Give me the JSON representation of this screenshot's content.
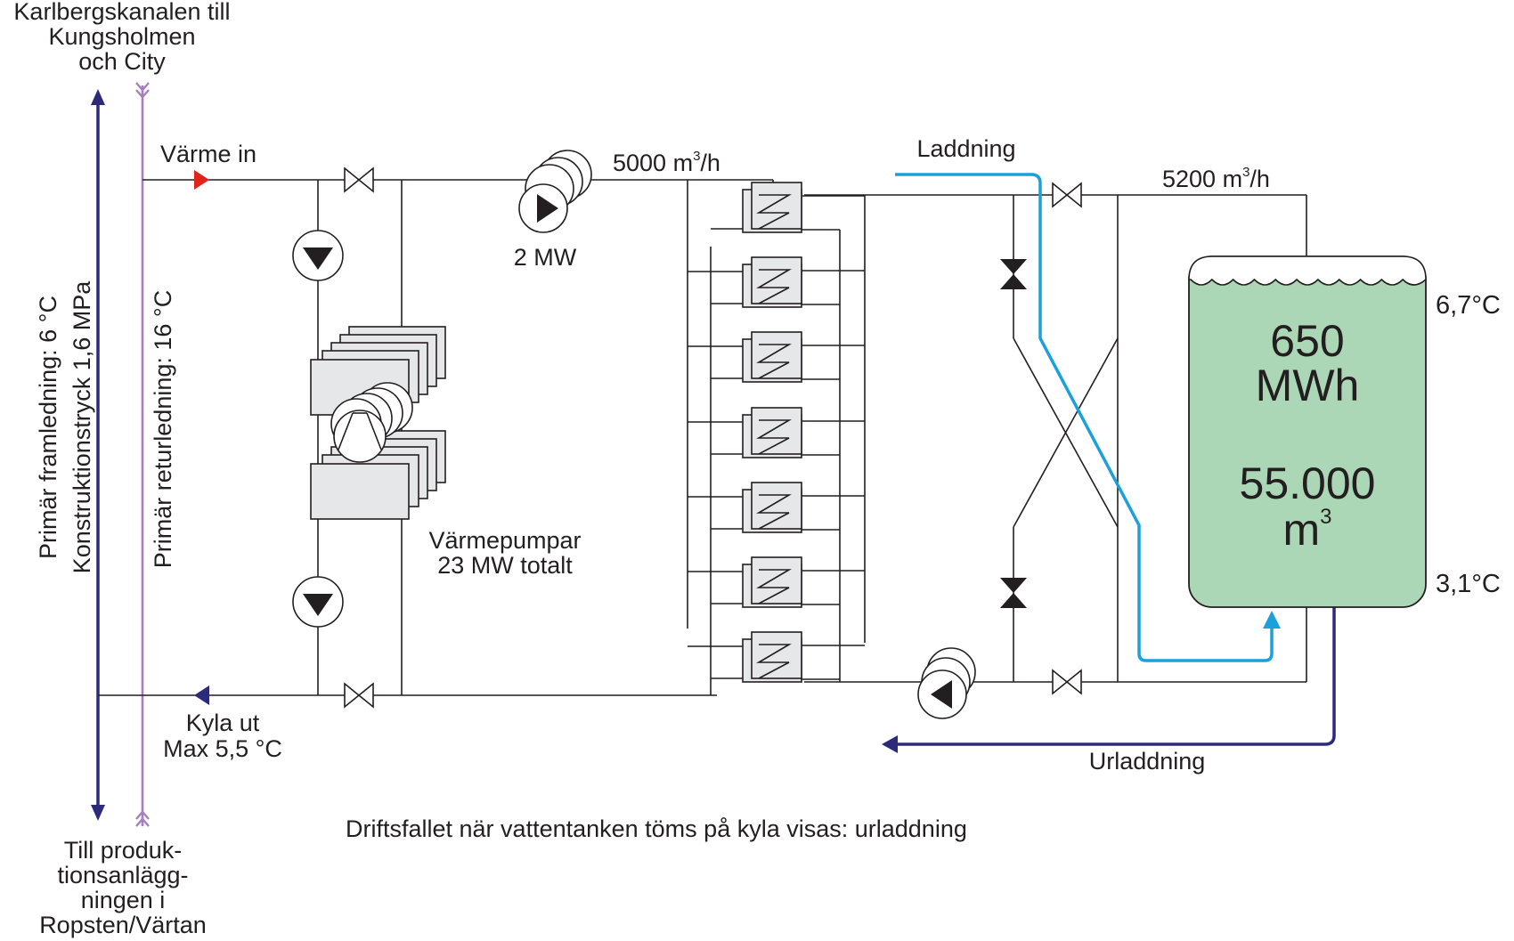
{
  "top_source": {
    "line1": "Karlbergskanalen till",
    "line2": "Kungsholmen",
    "line3": "och City"
  },
  "bottom_dest": {
    "line1": "Till produk-",
    "line2": "tionsanlägg-",
    "line3": "ningen i",
    "line4": "Ropsten/Värtan"
  },
  "primary_supply": {
    "line1": "Primär framledning: 6 °C",
    "line2": "Konstruktionstryck 1,6 MPa"
  },
  "primary_return": "Primär returledning: 16 °C",
  "heat_in": "Värme in",
  "cool_out": {
    "line1": "Kyla ut",
    "line2": "Max 5,5 °C"
  },
  "heat_pumps": {
    "line1": "Värmepumpar",
    "line2": "23 MW totalt"
  },
  "pump_power": "2 MW",
  "flow_left": {
    "value": "5000 m",
    "sup": "3",
    "unit": "/h"
  },
  "flow_right": {
    "value": "5200 m",
    "sup": "3",
    "unit": "/h"
  },
  "charging": "Laddning",
  "discharging": "Urladdning",
  "tank": {
    "energy_value": "650",
    "energy_unit": "MWh",
    "volume_value": "55.000",
    "volume_unit": "m",
    "volume_sup": "3"
  },
  "temp_top": "6,7°C",
  "temp_bottom": "3,1°C",
  "caption": "Driftsfallet när vattentanken töms på kyla visas: urladdning",
  "colors": {
    "supply_line": "#2e2a7a",
    "return_line": "#a77fc1",
    "heat_in_arrow": "#e2231a",
    "charging_line": "#1ca0db",
    "discharging_line": "#2e2a7a",
    "tank_fill": "#acd7b7"
  },
  "icons": [
    "valve-icon",
    "pump-icon",
    "heat-exchanger-icon",
    "compressor-icon",
    "water-tank-icon",
    "flow-arrow-icon"
  ]
}
